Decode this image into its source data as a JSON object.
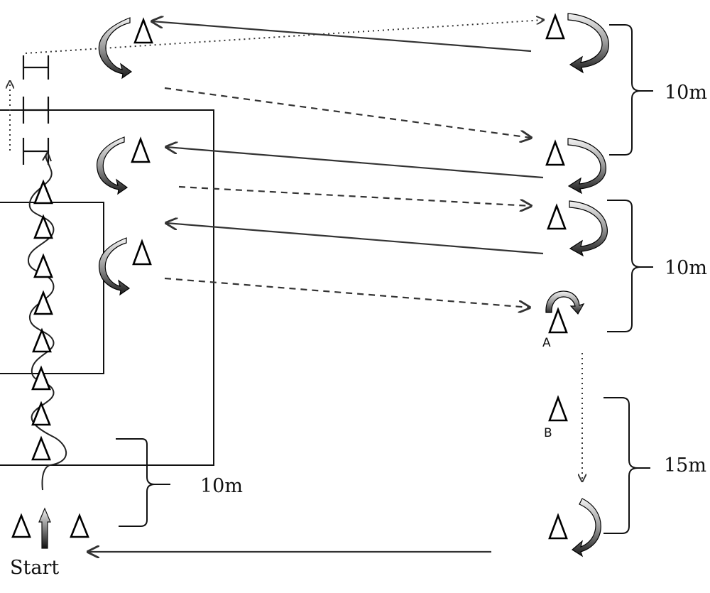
{
  "distances": {
    "top_right": "10m",
    "middle_right": "10m",
    "lower_right": "15m",
    "start_segment": "10m"
  },
  "cone_labels": {
    "a": "A",
    "b": "B"
  },
  "start_label": "Start",
  "colors": {
    "line": "#333333",
    "cone_outline": "#000000",
    "turn_arrow_light": "#f2f2f2",
    "turn_arrow_dark": "#1a1a1a"
  }
}
